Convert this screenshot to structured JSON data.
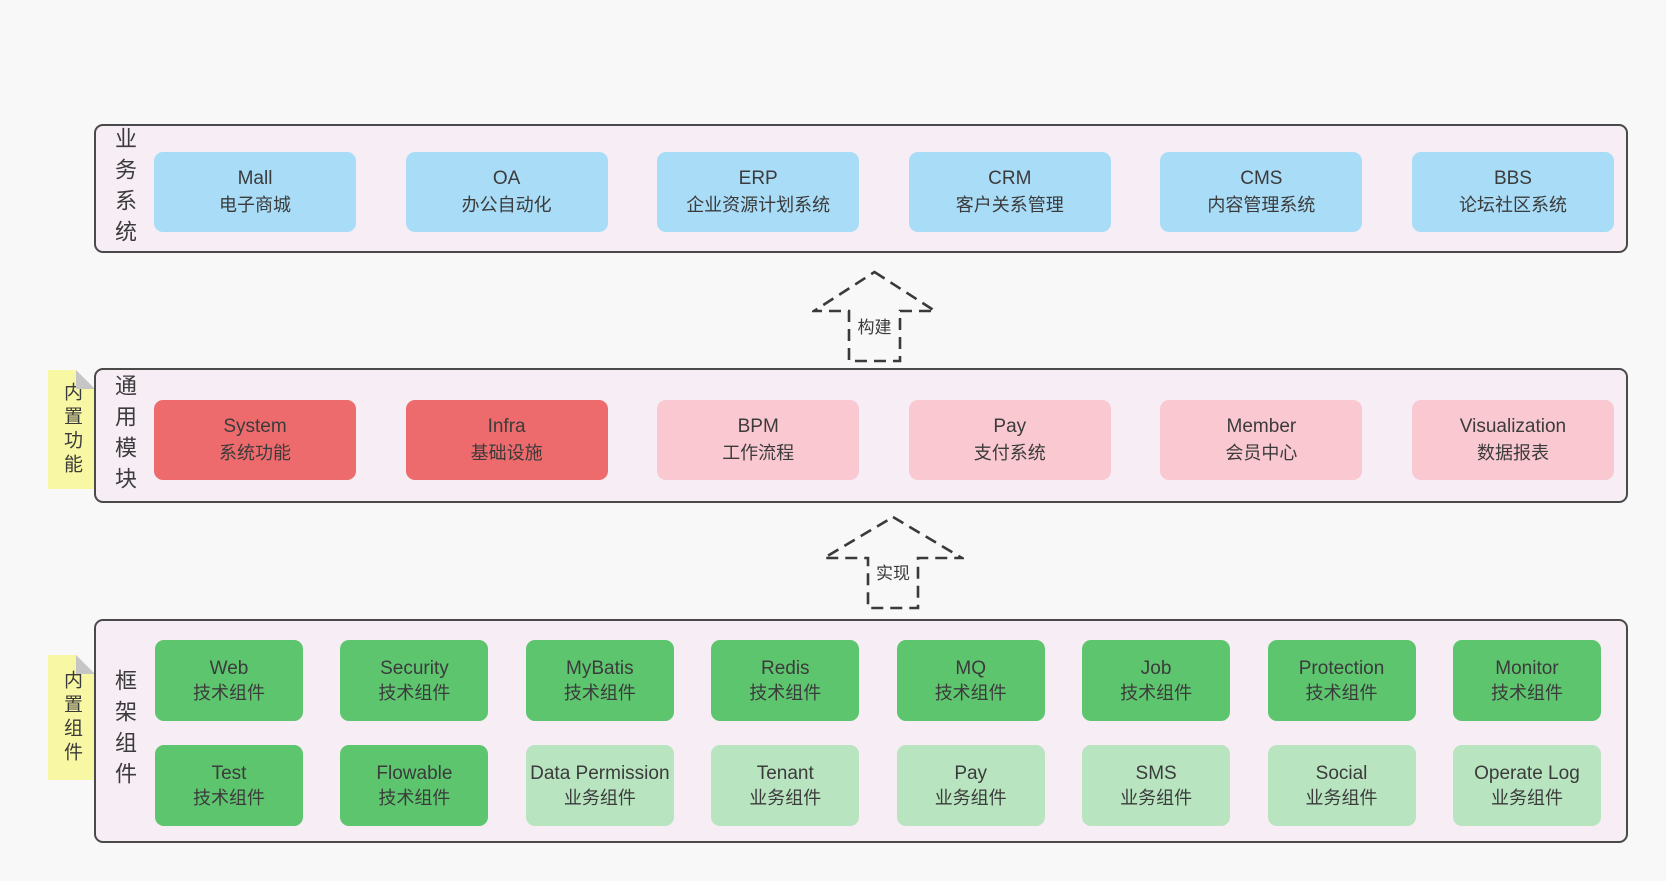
{
  "layers": {
    "business": {
      "label": "业务系统",
      "boxes": [
        {
          "en": "Mall",
          "zh": "电子商城"
        },
        {
          "en": "OA",
          "zh": "办公自动化"
        },
        {
          "en": "ERP",
          "zh": "企业资源计划系统"
        },
        {
          "en": "CRM",
          "zh": "客户关系管理"
        },
        {
          "en": "CMS",
          "zh": "内容管理系统"
        },
        {
          "en": "BBS",
          "zh": "论坛社区系统"
        }
      ]
    },
    "modules": {
      "label": "通用模块",
      "note": "内置功能",
      "boxes": [
        {
          "en": "System",
          "zh": "系统功能",
          "variant": "red"
        },
        {
          "en": "Infra",
          "zh": "基础设施",
          "variant": "red"
        },
        {
          "en": "BPM",
          "zh": "工作流程",
          "variant": "pink"
        },
        {
          "en": "Pay",
          "zh": "支付系统",
          "variant": "pink"
        },
        {
          "en": "Member",
          "zh": "会员中心",
          "variant": "pink"
        },
        {
          "en": "Visualization",
          "zh": "数据报表",
          "variant": "pink"
        }
      ]
    },
    "components": {
      "label": "框架组件",
      "note": "内置组件",
      "row1": [
        {
          "en": "Web",
          "zh": "技术组件",
          "variant": "dark-green"
        },
        {
          "en": "Security",
          "zh": "技术组件",
          "variant": "dark-green"
        },
        {
          "en": "MyBatis",
          "zh": "技术组件",
          "variant": "dark-green"
        },
        {
          "en": "Redis",
          "zh": "技术组件",
          "variant": "dark-green"
        },
        {
          "en": "MQ",
          "zh": "技术组件",
          "variant": "dark-green"
        },
        {
          "en": "Job",
          "zh": "技术组件",
          "variant": "dark-green"
        },
        {
          "en": "Protection",
          "zh": "技术组件",
          "variant": "dark-green"
        },
        {
          "en": "Monitor",
          "zh": "技术组件",
          "variant": "dark-green"
        }
      ],
      "row2": [
        {
          "en": "Test",
          "zh": "技术组件",
          "variant": "dark-green"
        },
        {
          "en": "Flowable",
          "zh": "技术组件",
          "variant": "dark-green"
        },
        {
          "en": "Data Permission",
          "zh": "业务组件",
          "variant": "light-green"
        },
        {
          "en": "Tenant",
          "zh": "业务组件",
          "variant": "light-green"
        },
        {
          "en": "Pay",
          "zh": "业务组件",
          "variant": "light-green"
        },
        {
          "en": "SMS",
          "zh": "业务组件",
          "variant": "light-green"
        },
        {
          "en": "Social",
          "zh": "业务组件",
          "variant": "light-green"
        },
        {
          "en": "Operate Log",
          "zh": "业务组件",
          "variant": "light-green"
        }
      ]
    }
  },
  "arrows": [
    {
      "label": "构建"
    },
    {
      "label": "实现"
    }
  ],
  "colors": {
    "page_bg": "#f8f8f8",
    "panel_bg": "#f7edf5",
    "panel_border": "#4a4a4a",
    "business_box": "#a9dcf7",
    "core_module_box": "#ee6b6d",
    "module_box": "#f9c8d1",
    "tech_component_box": "#5ec56f",
    "biz_component_box": "#b8e4c0",
    "note_bg": "#f8f7a3",
    "note_fold": "#c6c6c6",
    "text": "#3b3b3b"
  }
}
